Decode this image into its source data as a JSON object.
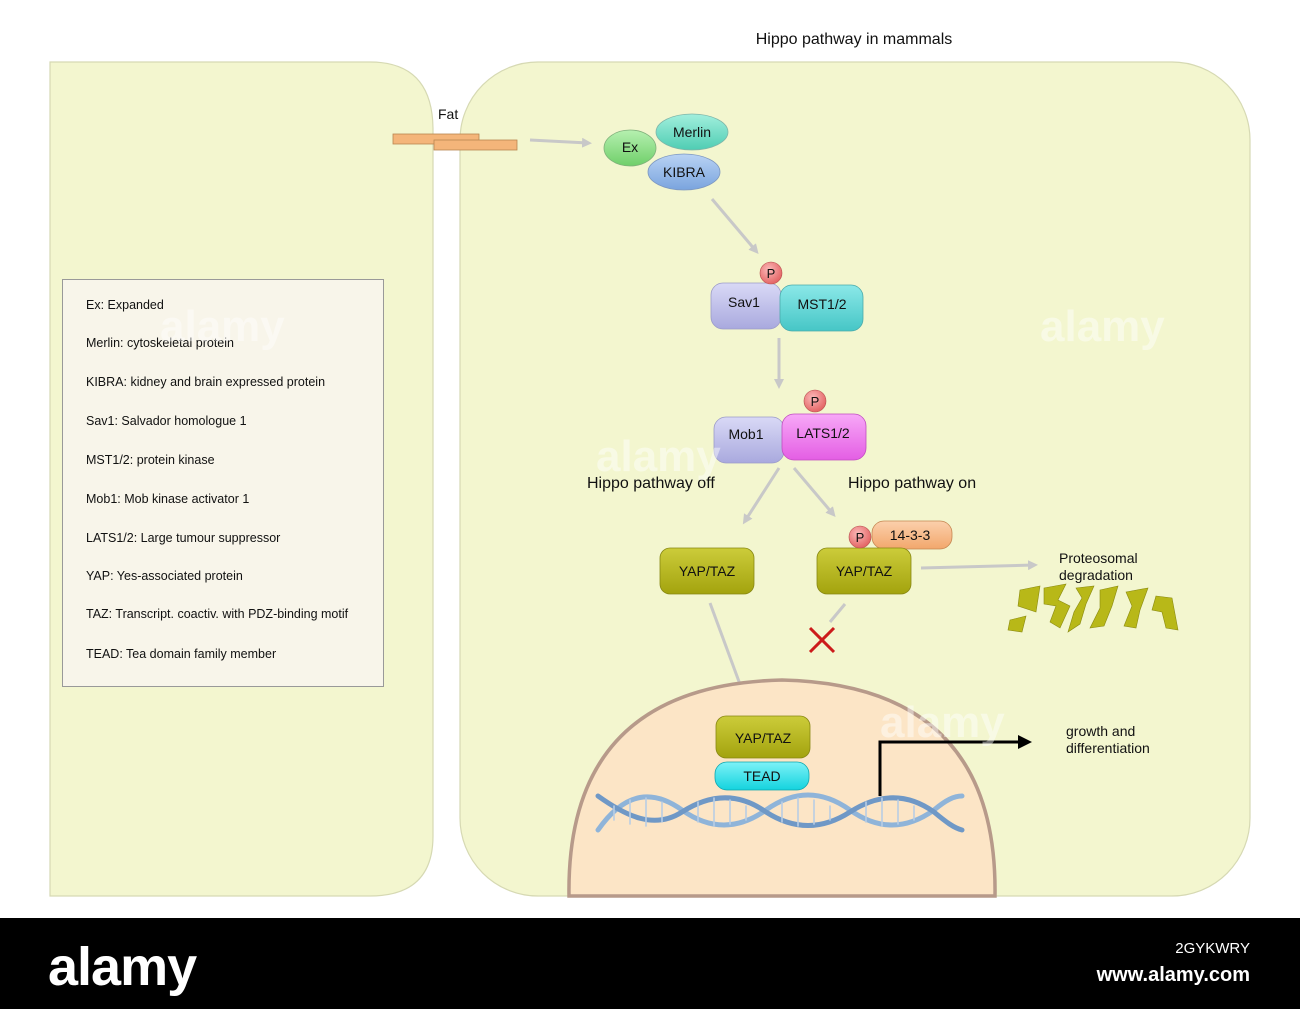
{
  "title": "Hippo pathway in mammals",
  "fat_label": "Fat",
  "proteins": {
    "ex": "Ex",
    "merlin": "Merlin",
    "kibra": "KIBRA",
    "sav1": "Sav1",
    "mst": "MST1/2",
    "mob1": "Mob1",
    "lats": "LATS1/2",
    "yap_off": "YAP/TAZ",
    "yap_on": "YAP/TAZ",
    "yap_nucleus": "YAP/TAZ",
    "tead": "TEAD",
    "p1433": "14-3-3",
    "phospho": "P"
  },
  "states": {
    "off": "Hippo pathway off",
    "on": "Hippo pathway on"
  },
  "outcomes": {
    "degradation_line1": "Proteosomal",
    "degradation_line2": "degradation",
    "growth_line1": "growth and",
    "growth_line2": "differentiation"
  },
  "legend": [
    "Ex: Expanded",
    "Merlin: cytoskeletal protein",
    "KIBRA: kidney and brain expressed protein",
    "Sav1: Salvador homologue 1",
    "MST1/2: protein kinase",
    "Mob1: Mob kinase activator 1",
    "LATS1/2: Large tumour suppressor",
    "YAP: Yes-associated protein",
    "TAZ: Transcript. coactiv. with PDZ-binding motif",
    "TEAD: Tea domain family member"
  ],
  "footer": {
    "logo": "alamy",
    "image_id": "2GYKWRY",
    "url": "www.alamy.com"
  },
  "colors": {
    "cell": "#f3f6cf",
    "membrane_protein": "#f4b57a",
    "ex": "#8fdc8c",
    "merlin": "#6ddcc4",
    "kibra": "#8fb4e6",
    "sav1_mob1": "#bfbfe8",
    "mst": "#62d4d4",
    "lats": "#f07af0",
    "yap": "#b8b818",
    "tead": "#1fe0ea",
    "p1433": "#f6b888",
    "phospho": "#f07f7f",
    "nucleus": "#fce5c6",
    "inhibit_cross": "#cc1b1b"
  }
}
